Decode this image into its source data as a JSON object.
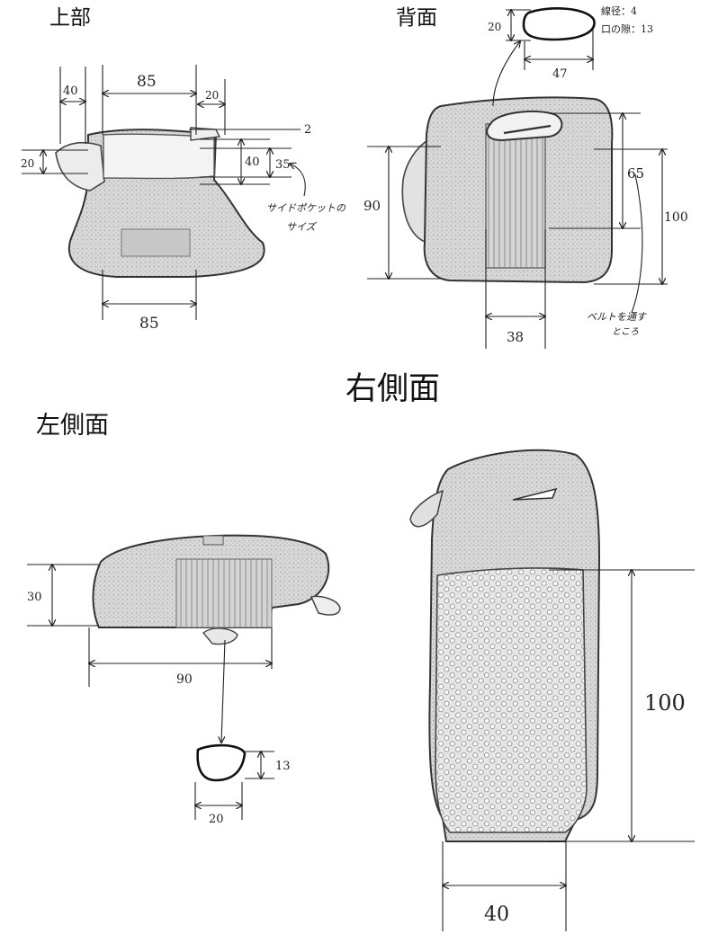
{
  "headings": {
    "top": "上部",
    "back": "背面",
    "right_side": "右側面",
    "left_side": "左側面"
  },
  "top_view": {
    "dims": [
      "40",
      "85",
      "20",
      "2",
      "20",
      "40",
      "35",
      "85"
    ],
    "note_line1": "サイドポケットの",
    "note_line2": "サイズ"
  },
  "back_view": {
    "loop": {
      "height": "20",
      "width": "47",
      "note_line1": "線径：4",
      "note_line2": "口の隙：13"
    },
    "dims": [
      "90",
      "65",
      "100",
      "38"
    ],
    "belt_note_line1": "ベルトを通す",
    "belt_note_line2": "ところ"
  },
  "left_view": {
    "dims": [
      "30",
      "90"
    ],
    "detail": {
      "height": "13",
      "width": "20"
    }
  },
  "right_view": {
    "dims": [
      "100",
      "40"
    ]
  }
}
